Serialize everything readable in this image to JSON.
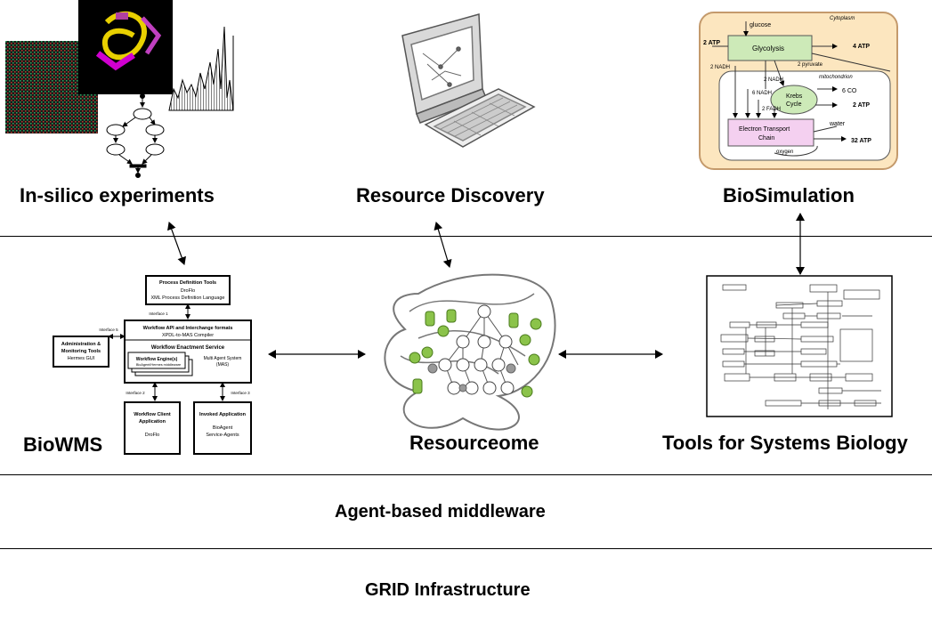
{
  "top": {
    "insilico_label": "In-silico experiments",
    "discovery_label": "Resource Discovery",
    "biosim_label": "BioSimulation"
  },
  "middle": {
    "biowms_label": "BioWMS",
    "resourceome_label": "Resourceome",
    "tools_label": "Tools for Systems Biology"
  },
  "layers": {
    "middleware": "Agent-based middleware",
    "grid": "GRID Infrastructure"
  },
  "biowms": {
    "pdt_title": "Process Definition Tools",
    "pdt_line1": "DroFlo",
    "pdt_line2": "XML Process Definition Language",
    "interface1": "Interface 1",
    "api_title": "Workflow API and Interchange formats",
    "api_sub": "XPDL-to-MAS Compiler",
    "wes_title": "Workflow Enactment Service",
    "engine_title": "Workflow Engine(s)",
    "engine_sub": "BioAgent/Hermes middleware",
    "mas_line1": "Multi Agent System",
    "mas_line2": "(MAS)",
    "interface5": "Interface 5",
    "admin_line1": "Administration &",
    "admin_line2": "Monitoring Tools",
    "admin_line3": "Hermes GUI",
    "interface2": "Interface 2",
    "interface3": "Interface 3",
    "client_line1": "Workflow Client",
    "client_line2": "Application",
    "client_line3": "DroFlo",
    "invoked_title": "Invoked Application",
    "invoked_line1": "BioAgent",
    "invoked_line2": "Service-Agents"
  },
  "glycolysis": {
    "glucose": "glucose",
    "cytoplasm": "Cytoplasm",
    "atp_in": "2 ATP",
    "title": "Glycolysis",
    "atp_out1": "4 ATP",
    "nadh1": "2 NADH",
    "pyruvate": "2 pyruvate",
    "mito": "mitochondrion",
    "nadh2": "2 NADH",
    "nadh3": "6 NADH",
    "krebs1": "Krebs",
    "krebs2": "Cycle",
    "co2": "6 CO",
    "atp_out2": "2 ATP",
    "fadh": "2 FADH",
    "etc1": "Electron Transport",
    "etc2": "Chain",
    "water": "water",
    "atp_out3": "32 ATP",
    "oxygen": "oxygen"
  }
}
